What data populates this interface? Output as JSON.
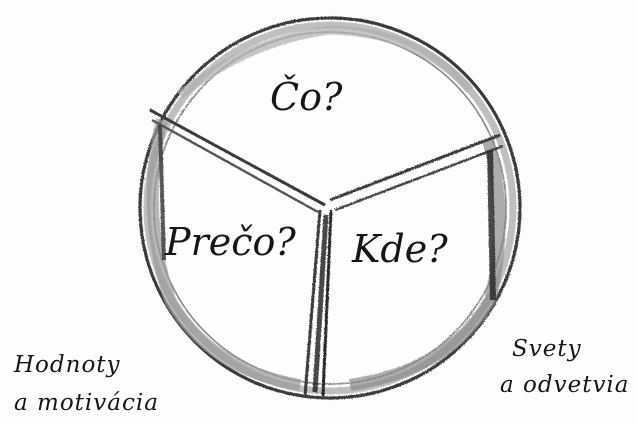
{
  "diagram": {
    "segments": {
      "top": "Čo?",
      "left": "Prečo?",
      "right": "Kde?"
    },
    "outside_left": {
      "line1": "Hodnoty",
      "line2": "a motivácia"
    },
    "outside_right": {
      "line1": "Svety",
      "line2": "a odvetvia"
    }
  },
  "colors": {
    "paper": "#fdfdfb",
    "pencil": "#3a3a3a",
    "shading": "#9a9a9a",
    "text": "#161616"
  }
}
